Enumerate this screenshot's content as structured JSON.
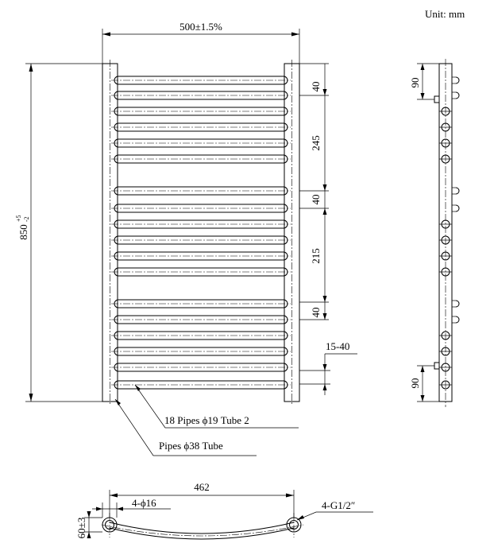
{
  "unit_label": "Unit: mm",
  "front_view": {
    "width_dim": "500±1.5%",
    "height_dim_base": "850",
    "height_dim_sup": "+5",
    "height_dim_sub": "-2",
    "gap_top": "40",
    "gap_section_1": "245",
    "gap_middle": "40",
    "gap_section_2": "215",
    "gap_bottom": "40",
    "side_spacing": "15-40",
    "pipe_callout": "18 Pipes ϕ19 Tube 2",
    "tube_callout": "Pipes ϕ38 Tube"
  },
  "side_view": {
    "top_dim": "90",
    "bottom_dim": "90"
  },
  "bottom_view": {
    "width_dim": "462",
    "hole_label": "4-ϕ16",
    "thread_label": "4-G1/2″",
    "depth_dim": "60±3"
  }
}
